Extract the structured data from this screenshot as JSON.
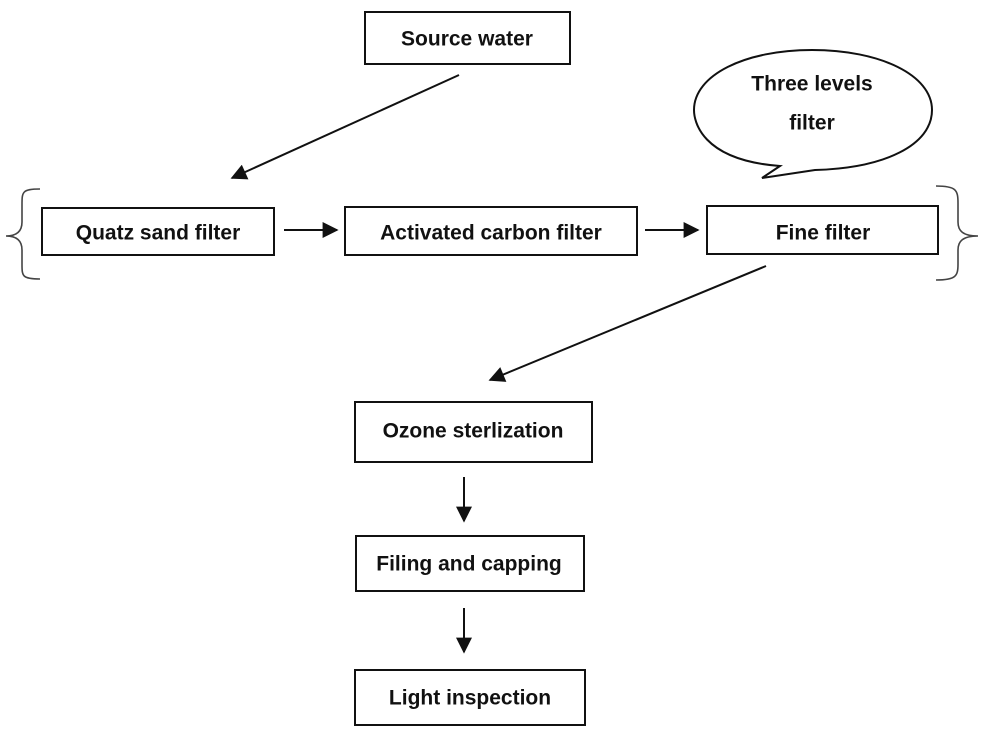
{
  "nodes": {
    "source_water": "Source water",
    "quartz_sand_filter": "Quatz sand filter",
    "activated_carbon_filter": "Activated carbon filter",
    "fine_filter": "Fine filter",
    "ozone_sterilization": "Ozone sterlization",
    "filling_and_capping": "Filing and capping",
    "light_inspection": "Light inspection"
  },
  "callout": {
    "line1": "Three levels",
    "line2": "filter"
  },
  "colors": {
    "stroke": "#111111",
    "background": "#ffffff"
  }
}
